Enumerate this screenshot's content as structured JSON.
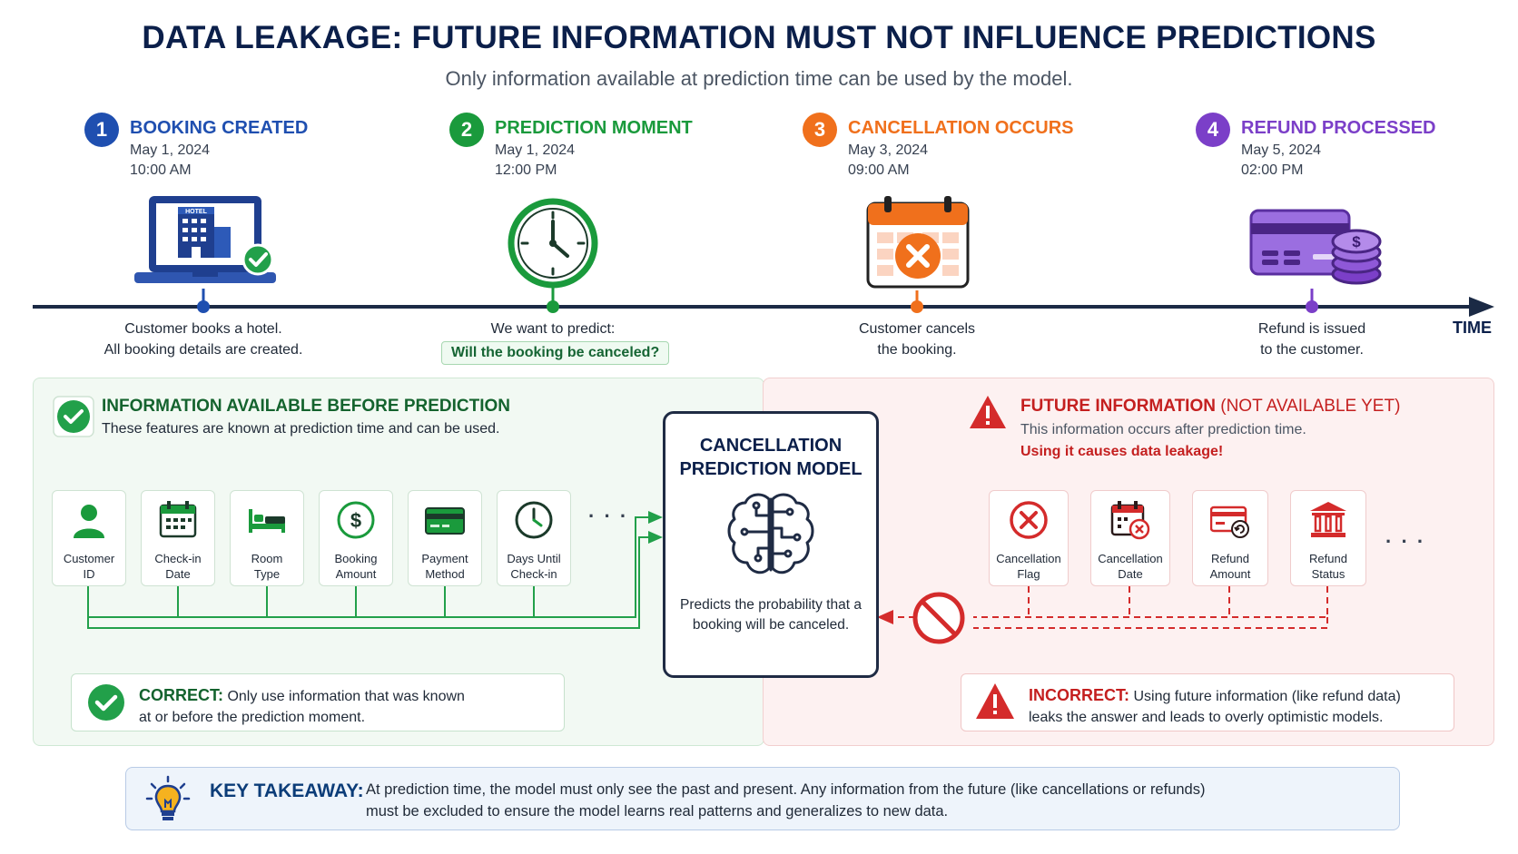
{
  "title": "DATA LEAKAGE: FUTURE INFORMATION MUST NOT INFLUENCE PREDICTIONS",
  "subtitle": "Only information available at prediction time can be used by the model.",
  "colors": {
    "blue": "#1f4fb0",
    "green": "#1a9a3c",
    "orange": "#f0701c",
    "purple": "#7b3fc8",
    "red": "#d42b2b",
    "navy": "#0b1f4a"
  },
  "timeline": {
    "axis_label": "TIME",
    "events": [
      {
        "number": "1",
        "title": "BOOKING CREATED",
        "date": "May 1, 2024",
        "time": "10:00 AM",
        "icon": "laptop-hotel-icon",
        "caption_line1": "Customer books a hotel.",
        "caption_line2": "All booking details are created."
      },
      {
        "number": "2",
        "title": "PREDICTION MOMENT",
        "date": "May 1, 2024",
        "time": "12:00 PM",
        "icon": "clock-icon",
        "caption_line1": "We want to predict:",
        "question": "Will the booking be canceled?"
      },
      {
        "number": "3",
        "title": "CANCELLATION OCCURS",
        "date": "May 3, 2024",
        "time": "09:00 AM",
        "icon": "calendar-cancel-icon",
        "caption_line1": "Customer cancels",
        "caption_line2": "the booking."
      },
      {
        "number": "4",
        "title": "REFUND PROCESSED",
        "date": "May 5, 2024",
        "time": "02:00 PM",
        "icon": "credit-card-coins-icon",
        "caption_line1": "Refund is issued",
        "caption_line2": "to the customer."
      }
    ]
  },
  "available": {
    "title": "INFORMATION AVAILABLE BEFORE PREDICTION",
    "description": "These features are known at prediction time and can be used.",
    "features": [
      {
        "label": "Customer\nID",
        "icon": "person-icon"
      },
      {
        "label": "Check-in\nDate",
        "icon": "calendar-icon"
      },
      {
        "label": "Room\nType",
        "icon": "bed-icon"
      },
      {
        "label": "Booking\nAmount",
        "icon": "dollar-icon"
      },
      {
        "label": "Payment\nMethod",
        "icon": "card-icon"
      },
      {
        "label": "Days Until\nCheck-in",
        "icon": "clock-icon"
      }
    ],
    "ellipsis": "· · ·",
    "correct_label": "CORRECT:",
    "correct_line1": "Only use information that was known",
    "correct_line2": "at or before the prediction moment."
  },
  "model": {
    "title": "CANCELLATION\nPREDICTION MODEL",
    "icon": "brain-circuit-icon",
    "description": "Predicts the probability that a booking will be canceled."
  },
  "future": {
    "title": "FUTURE INFORMATION",
    "title_suffix": "(NOT AVAILABLE YET)",
    "description": "This information occurs after prediction time.",
    "warning": "Using it causes data leakage!",
    "features": [
      {
        "label": "Cancellation\nFlag",
        "icon": "x-circle-icon"
      },
      {
        "label": "Cancellation\nDate",
        "icon": "calendar-x-icon"
      },
      {
        "label": "Refund\nAmount",
        "icon": "card-refund-icon"
      },
      {
        "label": "Refund\nStatus",
        "icon": "bank-icon"
      }
    ],
    "ellipsis": "· · ·",
    "incorrect_label": "INCORRECT:",
    "incorrect_line1": "Using future information (like refund data)",
    "incorrect_line2": "leaks the answer and leads to overly optimistic models."
  },
  "takeaway": {
    "label": "KEY TAKEAWAY:",
    "line1": "At prediction time, the model must only see the past and present.  Any information from the future (like cancellations or refunds)",
    "line2": "must be excluded to ensure the model learns real patterns and generalizes to new data."
  }
}
